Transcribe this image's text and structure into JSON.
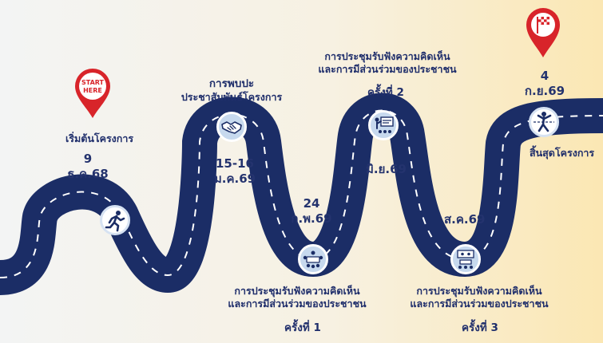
{
  "colors": {
    "road": "#1b2d66",
    "text": "#1f2e6b",
    "pin": "#d8242a"
  },
  "start_pin": {
    "text_line1": "START",
    "text_line2": "HERE"
  },
  "milestones": [
    {
      "date_line1": "9",
      "date_line2": "ธ.ค.68",
      "label": "เริ่มต้นโครงการ",
      "icon": "runner-icon"
    },
    {
      "date_line1": "15-16",
      "date_line2": "ม.ค.69",
      "label_line1": "การพบปะ",
      "label_line2": "ประชาสัมพันธ์โครงการ",
      "icon": "handshake-icon"
    },
    {
      "date_line1": "24",
      "date_line2": "ก.พ.69",
      "label_line1": "การประชุมรับฟังความคิดเห็น",
      "label_line2": "และการมีส่วนร่วมของประชาชน",
      "round": "ครั้งที่ 1",
      "icon": "meeting-icon"
    },
    {
      "date_line1": "มิ.ย.69",
      "label_line1": "การประชุมรับฟังความคิดเห็น",
      "label_line2": "และการมีส่วนร่วมของประชาชน",
      "round": "ครั้งที่ 2",
      "icon": "presentation-icon"
    },
    {
      "date_line1": "ส.ค.69",
      "label_line1": "การประชุมรับฟังความคิดเห็น",
      "label_line2": "และการมีส่วนร่วมของประชาชน",
      "round": "ครั้งที่ 3",
      "icon": "conference-icon"
    },
    {
      "date_line1": "4",
      "date_line2": "ก.ย.69",
      "label": "สิ้นสุดโครงการ",
      "icon": "finish-line-icon"
    }
  ]
}
